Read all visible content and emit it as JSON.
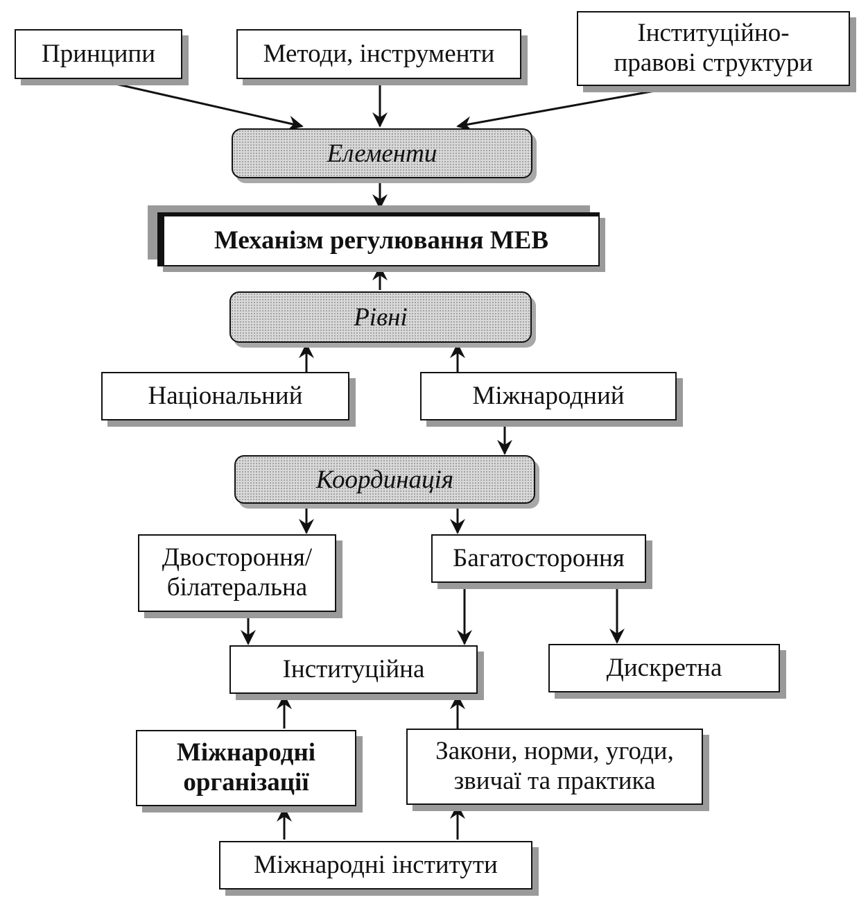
{
  "nodes": {
    "principles": "Принципи",
    "methods": "Методи, інструменти",
    "institutional_legal_structures": "Інституційно-\nправові структури",
    "elements": "Елементи",
    "mechanism": "Механізм регулювання МЕВ",
    "levels": "Рівні",
    "national": "Національний",
    "international": "Міжнародний",
    "coordination": "Координація",
    "bilateral": "Двостороння/\nбілатеральна",
    "multilateral": "Багатостороння",
    "institutional": "Інституційна",
    "discrete": "Дискретна",
    "intl_organizations": "Міжнародні\nорганізації",
    "laws_norms": "Закони, норми, угоди,\nзвичаї та практика",
    "intl_institutes": "Міжнародні інститути"
  },
  "colors": {
    "stroke": "#111111",
    "shadow": "#9a9a9a",
    "fill_shaded": "#d9d9d9"
  }
}
